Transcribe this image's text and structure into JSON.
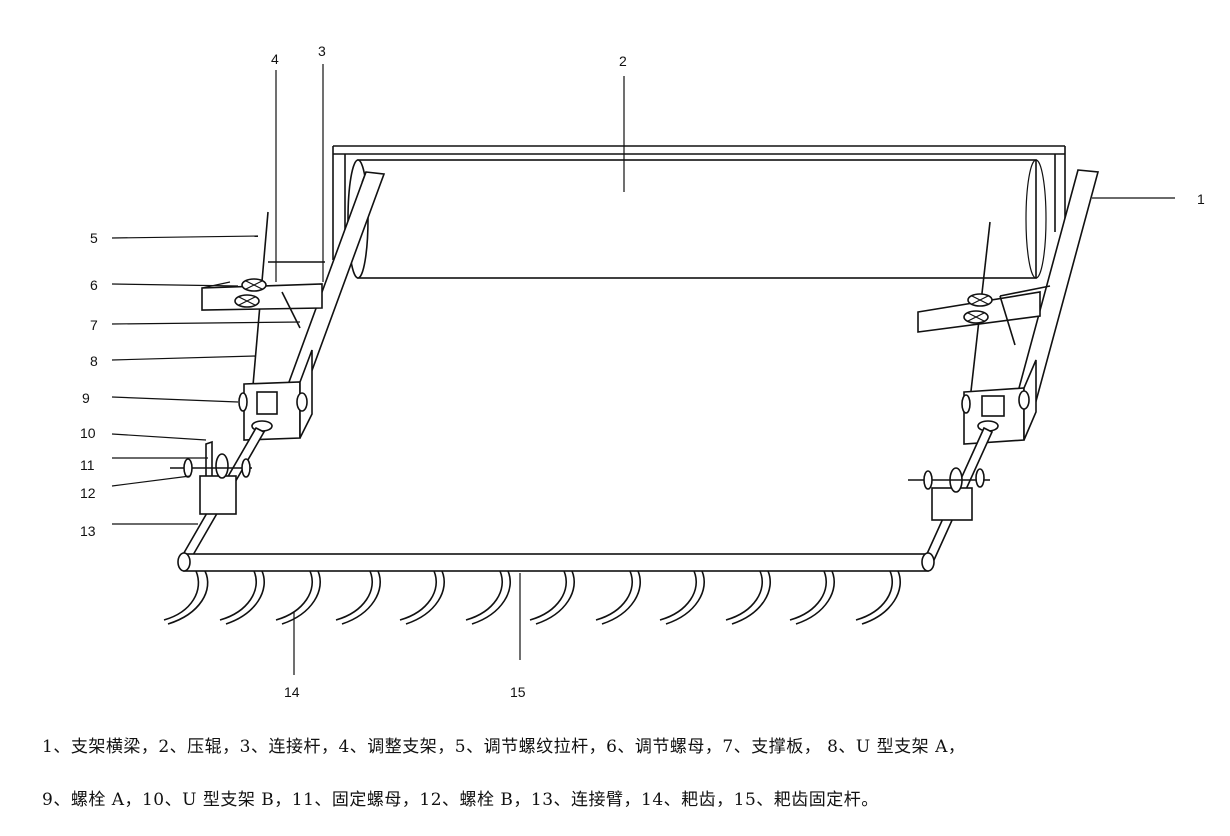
{
  "callouts": [
    "1",
    "2",
    "3",
    "4",
    "5",
    "6",
    "7",
    "8",
    "9",
    "10",
    "11",
    "12",
    "13",
    "14",
    "15"
  ],
  "caption": {
    "line1": "1、支架横梁，2、压辊，3、连接杆，4、调整支架，5、调节螺纹拉杆，6、调节螺母，7、支撑板，  8、U 型支架 A，",
    "line2": "9、螺栓 A，10、U 型支架 B，11、固定螺母，12、螺栓 B，13、连接臂，14、耙齿，15、耙齿固定杆。"
  }
}
